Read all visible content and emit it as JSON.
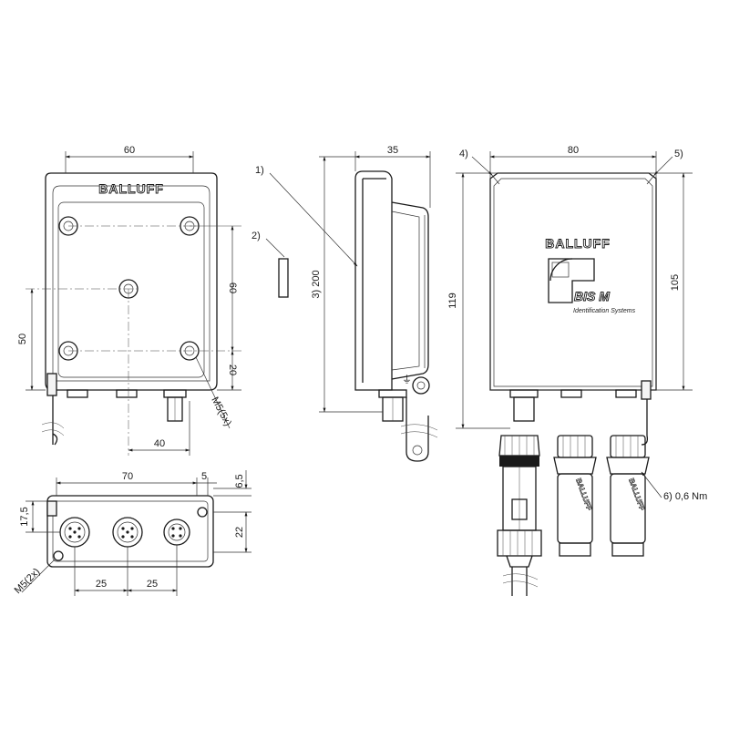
{
  "brand": {
    "logo_text": "BALLUFF",
    "product_name": "BIS M",
    "product_subtitle": "Identification Systems"
  },
  "front_view": {
    "dim_width": "60",
    "dim_height_holes": "60",
    "dim_left_height": "50",
    "dim_bottom_offset": "20",
    "dim_bottom_width": "40",
    "hole_label": "M5(5x)"
  },
  "side_view": {
    "dim_depth": "35",
    "dim_height": "3) 200",
    "callout_1": "1)",
    "callout_2": "2)"
  },
  "back_view": {
    "dim_width": "80",
    "dim_height_left": "119",
    "dim_height_right": "105",
    "callout_4": "4)",
    "callout_5": "5)",
    "callout_6": "6) 0,6 Nm"
  },
  "bottom_view": {
    "dim_width": "70",
    "dim_offset_5": "5",
    "dim_offset_6_5": "6,5",
    "dim_height_17_5": "17,5",
    "dim_height_22": "22",
    "dim_spacing_1": "25",
    "dim_spacing_2": "25",
    "hole_label": "M5(2x)"
  }
}
